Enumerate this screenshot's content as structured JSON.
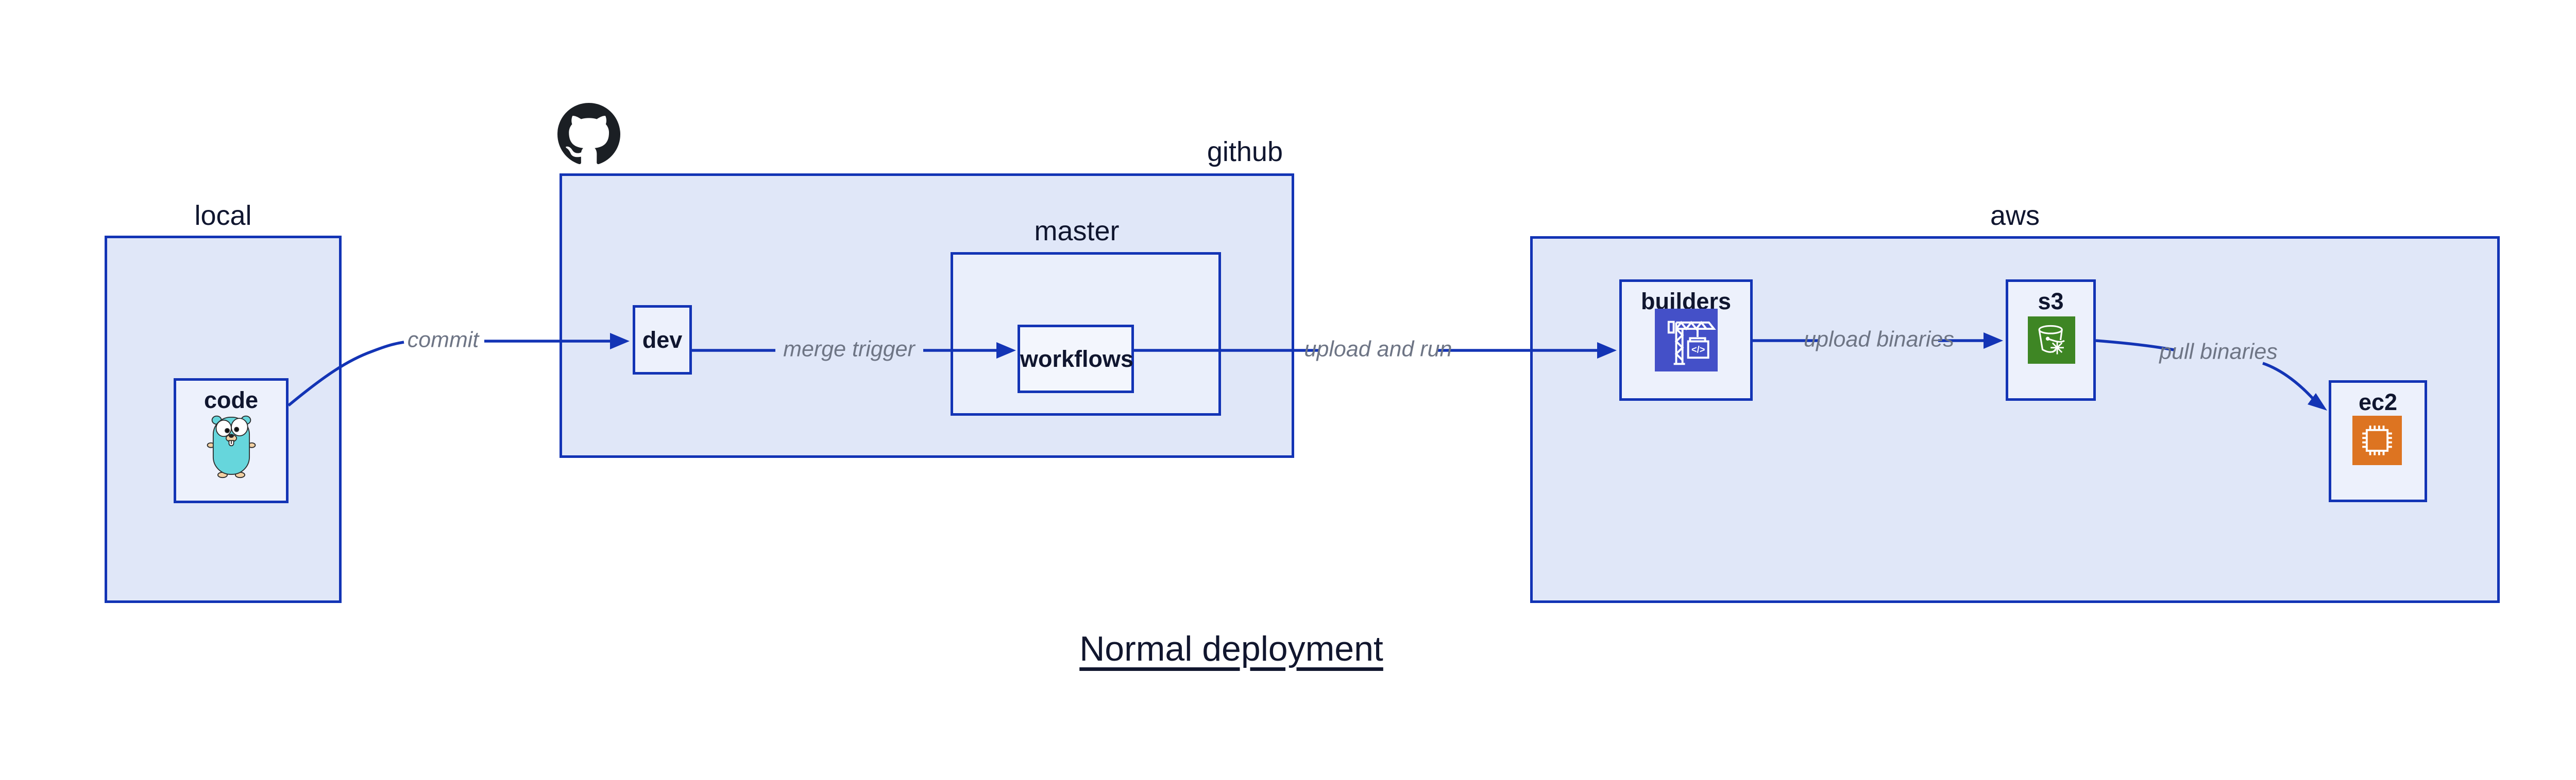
{
  "title": {
    "text": "Normal deployment"
  },
  "groups": {
    "local": {
      "label": "local"
    },
    "github": {
      "label": "github"
    },
    "master": {
      "label": "master"
    },
    "aws": {
      "label": "aws"
    }
  },
  "nodes": {
    "code": {
      "label": "code",
      "icon": "go-gopher-icon"
    },
    "dev": {
      "label": "dev"
    },
    "workflows": {
      "label": "workflows"
    },
    "builders": {
      "label": "builders",
      "icon": "codebuild-crane-icon"
    },
    "s3": {
      "label": "s3",
      "icon": "s3-glacier-bucket-icon"
    },
    "ec2": {
      "label": "ec2",
      "icon": "ec2-chip-icon"
    }
  },
  "edges": {
    "commit": {
      "label": "commit"
    },
    "merge_trigger": {
      "label": "merge trigger"
    },
    "upload_and_run": {
      "label": "upload and run"
    },
    "upload_binaries": {
      "label": "upload binaries"
    },
    "pull_binaries": {
      "label": "pull binaries"
    }
  },
  "decor": {
    "github_logo": "github-octocat-icon"
  },
  "colors": {
    "border_and_arrow": "#1334b5",
    "group_fill": "#e0e7f8",
    "nested_group_fill": "#eaeffb",
    "node_fill": "#edf1fc",
    "workflows_fill": "#f3f6fd",
    "label_text": "#10162f",
    "edge_label_text": "#6e7585",
    "codebuild_icon_bg": "#4450c8",
    "s3_icon_bg": "#3e8624",
    "ec2_icon_bg": "#dd7421",
    "gopher_body": "#66d6dc",
    "github_logo_color": "#1b1f24"
  }
}
